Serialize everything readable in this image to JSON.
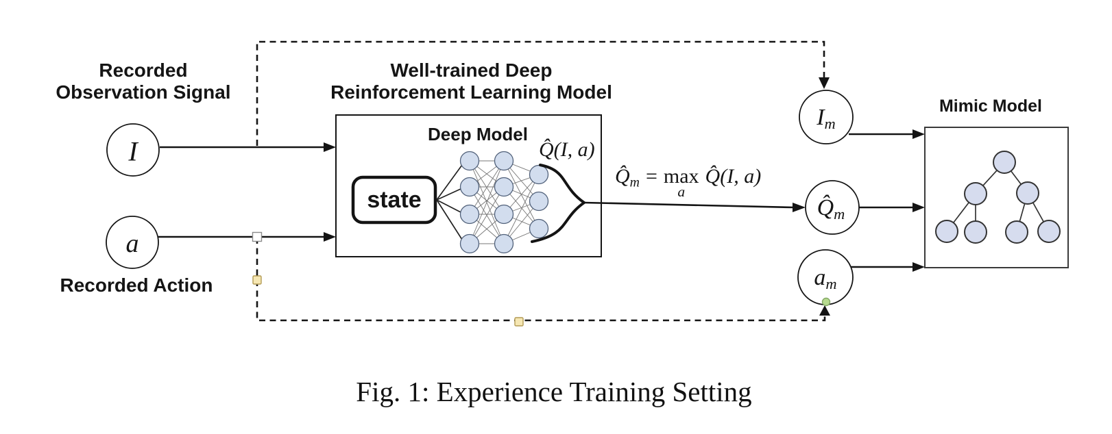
{
  "figure": {
    "caption": "Fig. 1: Experience Training Setting"
  },
  "left": {
    "observation_label_line1": "Recorded",
    "observation_label_line2": "Observation Signal",
    "action_label": "Recorded Action",
    "observation_node": "I",
    "action_node": "a"
  },
  "drl": {
    "title_line1": "Well-trained Deep",
    "title_line2": "Reinforcement Learning Model",
    "inner_title": "Deep Model",
    "state_label": "state",
    "q_output_label": "Q̂(I, a)"
  },
  "formula": {
    "lhs": "Q̂",
    "lhs_sub": "m",
    "equals": "=",
    "operator": "max",
    "operator_sub": "a",
    "rhs": "Q̂(I, a)"
  },
  "mimic": {
    "title": "Mimic Model",
    "input_nodes": [
      {
        "main": "I",
        "sub": "m"
      },
      {
        "main": "Q̂",
        "sub": "m"
      },
      {
        "main": "a",
        "sub": "m"
      }
    ]
  },
  "colors": {
    "node_fill": "#d2ddee",
    "node_stroke": "#51617a",
    "tree_fill": "#d6dcee",
    "line": "#141414",
    "handle_white": "#ffffff",
    "handle_yellow": "#f6e7b3",
    "handle_yellow_border": "#b39b55",
    "handle_green": "#b7db8f",
    "handle_green_border": "#84a966"
  }
}
